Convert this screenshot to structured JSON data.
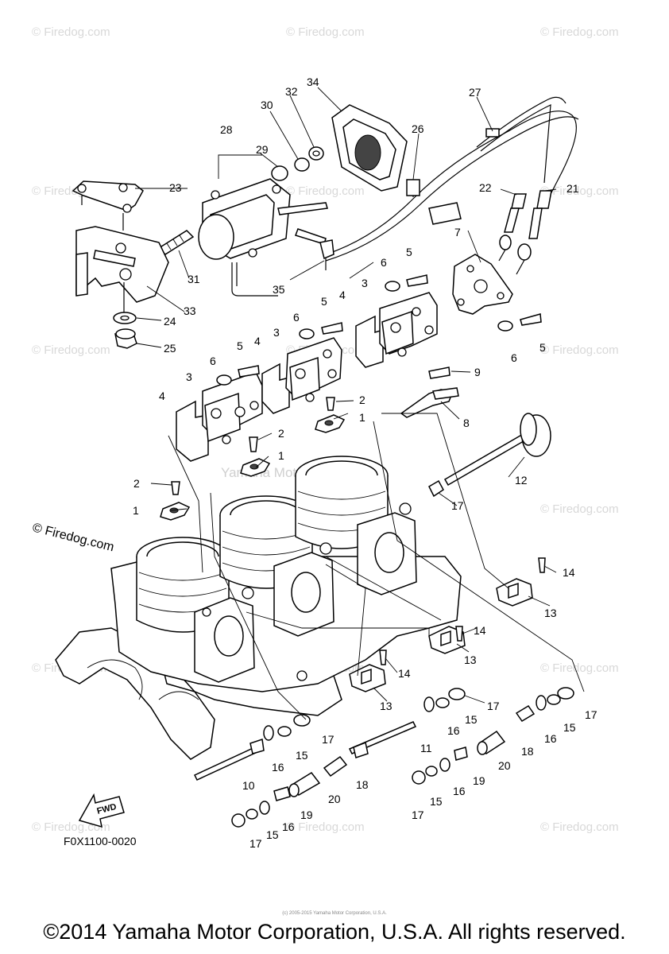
{
  "watermark": {
    "text": "© Firedog.com",
    "center_text": "Yamaha Motor Corp. U.S.A."
  },
  "firedog_label": "© Firedog.com",
  "figure_code": "F0X1100-0020",
  "fwd_label": "FWD",
  "copyright": "©2014 Yamaha Motor Corporation, U.S.A. All rights reserved.",
  "tiny_copyright": "(c) 2005-2015 Yamaha Motor Corporation, U.S.A.",
  "callouts": {
    "c1a": "1",
    "c1b": "1",
    "c1c": "1",
    "c2a": "2",
    "c2b": "2",
    "c2c": "2",
    "c3a": "3",
    "c3b": "3",
    "c3c": "3",
    "c4a": "4",
    "c4b": "4",
    "c4c": "4",
    "c5a": "5",
    "c5b": "5",
    "c5c": "5",
    "c5d": "5",
    "c6a": "6",
    "c6b": "6",
    "c6c": "6",
    "c6d": "6",
    "c7": "7",
    "c8": "8",
    "c9": "9",
    "c10": "10",
    "c11": "11",
    "c12": "12",
    "c13a": "13",
    "c13b": "13",
    "c13c": "13",
    "c14a": "14",
    "c14b": "14",
    "c14c": "14",
    "c15a": "15",
    "c15b": "15",
    "c15c": "15",
    "c15d": "15",
    "c15e": "15",
    "c16a": "16",
    "c16b": "16",
    "c16c": "16",
    "c16d": "16",
    "c16e": "16",
    "c17a": "17",
    "c17b": "17",
    "c17c": "17",
    "c17d": "17",
    "c17e": "17",
    "c17f": "17",
    "c18a": "18",
    "c18b": "18",
    "c19a": "19",
    "c19b": "19",
    "c20a": "20",
    "c20b": "20",
    "c21": "21",
    "c22": "22",
    "c23": "23",
    "c24": "24",
    "c25": "25",
    "c26": "26",
    "c27": "27",
    "c28": "28",
    "c29": "29",
    "c30": "30",
    "c31": "31",
    "c32": "32",
    "c33": "33",
    "c34": "34",
    "c35": "35"
  }
}
